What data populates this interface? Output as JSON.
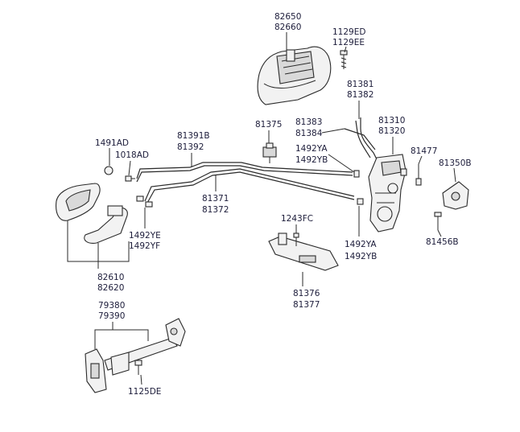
{
  "callouts": [
    {
      "id": "c1",
      "lines": [
        "82650",
        "82660"
      ]
    },
    {
      "id": "c2",
      "lines": [
        "1129ED",
        "1129EE"
      ]
    },
    {
      "id": "c3",
      "lines": [
        "81381",
        "81382"
      ]
    },
    {
      "id": "c4",
      "lines": [
        "81375"
      ]
    },
    {
      "id": "c5",
      "lines": [
        "81383",
        "81384"
      ]
    },
    {
      "id": "c6",
      "lines": [
        "81310",
        "81320"
      ]
    },
    {
      "id": "c7",
      "lines": [
        "1492YA",
        "1492YB"
      ]
    },
    {
      "id": "c8",
      "lines": [
        "81477"
      ]
    },
    {
      "id": "c9",
      "lines": [
        "81350B"
      ]
    },
    {
      "id": "c10",
      "lines": [
        "1491AD"
      ]
    },
    {
      "id": "c11",
      "lines": [
        "1018AD"
      ]
    },
    {
      "id": "c12",
      "lines": [
        "81391B",
        "81392"
      ]
    },
    {
      "id": "c13",
      "lines": [
        "81371",
        "81372"
      ]
    },
    {
      "id": "c14",
      "lines": [
        "1243FC"
      ]
    },
    {
      "id": "c15",
      "lines": [
        "1492YE",
        "1492YF"
      ]
    },
    {
      "id": "c16",
      "lines": [
        "1492YA",
        "1492YB"
      ]
    },
    {
      "id": "c17",
      "lines": [
        "81456B"
      ]
    },
    {
      "id": "c18",
      "lines": [
        "82610",
        "82620"
      ]
    },
    {
      "id": "c19",
      "lines": [
        "81376",
        "81377"
      ]
    },
    {
      "id": "c20",
      "lines": [
        "79380",
        "79390"
      ]
    },
    {
      "id": "c21",
      "lines": [
        "1125DE"
      ]
    }
  ]
}
